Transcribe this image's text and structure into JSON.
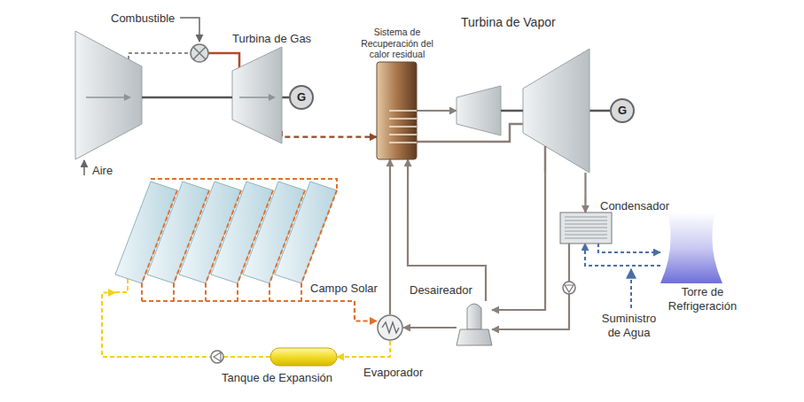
{
  "diagram": {
    "nodes": [
      {
        "text": [
          "Turbina de Gas"
        ]
      },
      {
        "text": [
          "G"
        ]
      },
      {
        "text": [
          "Sistema de Recuperación del calor residual"
        ]
      },
      {
        "text": [
          "Turbina de Vapor"
        ]
      },
      {
        "text": [
          "G"
        ]
      },
      {
        "text": [
          "Condensador"
        ]
      },
      {
        "text": [
          "Torre de Refrigeración"
        ]
      },
      {
        "text": [
          "Desaireador"
        ]
      },
      {
        "text": [
          "Campo Solar"
        ]
      },
      {
        "text": [
          "Evaporador"
        ]
      },
      {
        "text": [
          "Tanque de Expansión"
        ]
      }
    ],
    "edges": [
      {
        "from": 0,
        "to": 2,
        "arrow": "to"
      },
      {
        "from": 0,
        "to": 1,
        "arrow": "none"
      },
      {
        "from": 2,
        "to": 3,
        "arrow": "to"
      },
      {
        "from": 3,
        "to": 4,
        "arrow": "none"
      },
      {
        "from": 3,
        "to": 5,
        "arrow": "to"
      },
      {
        "from": 3,
        "to": 7,
        "arrow": "to"
      },
      {
        "from": 5,
        "to": 7,
        "arrow": "to"
      },
      {
        "from": 7,
        "to": 9,
        "arrow": "to"
      },
      {
        "from": 9,
        "to": 2,
        "arrow": "to"
      },
      {
        "from": 7,
        "to": 2,
        "arrow": "to"
      },
      {
        "from": 8,
        "to": 9,
        "arrow": "to"
      },
      {
        "from": 9,
        "to": 10,
        "arrow": "to"
      },
      {
        "from": 10,
        "to": 8,
        "arrow": "to"
      },
      {
        "from": 5,
        "to": 6,
        "arrow": "to"
      },
      {
        "from": 6,
        "to": 5,
        "arrow": "to"
      }
    ],
    "labels": [
      "Combustible",
      "Aire",
      "Suministro de Agua"
    ]
  }
}
